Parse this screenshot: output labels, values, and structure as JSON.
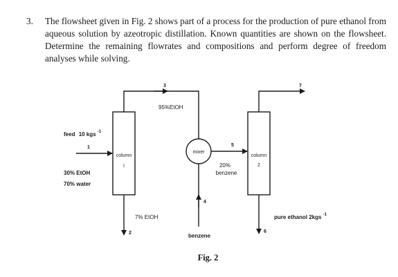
{
  "problem": {
    "number": "3.",
    "text": "The flowsheet given in Fig. 2 shows part of a process for the production of pure ethanol from aqueous solution by azeotropic distillation. Known quantities are shown on the flowsheet. Determine the remaining flowrates and compositions and perform degree of freedom analyses while solving."
  },
  "figure": {
    "caption": "Fig. 2",
    "units": {
      "column1": {
        "name": "column",
        "number": "I"
      },
      "mixer": {
        "name": "mixer"
      },
      "column2": {
        "name": "column",
        "number": "2"
      }
    },
    "streams": {
      "s1": {
        "number": "1",
        "feed_label": "feed",
        "flow": "10 kgs",
        "flow_exp": "-1",
        "comp1": "30% EtOH",
        "comp2": "70% water"
      },
      "s2": {
        "number": "2",
        "comp": "7% EtOH"
      },
      "s3": {
        "number": "3",
        "comp": "95%EtOH"
      },
      "s4": {
        "number": "4",
        "label": "benzene"
      },
      "s5": {
        "number": "5",
        "comp_pct": "20%",
        "comp_name": "benzene"
      },
      "s6": {
        "number": "6",
        "label": "pure ethanol 2kgs",
        "flow_exp": "-1"
      },
      "s7": {
        "number": "7"
      }
    },
    "colors": {
      "line": "#1a1a1a",
      "background": "#ffffff"
    }
  }
}
